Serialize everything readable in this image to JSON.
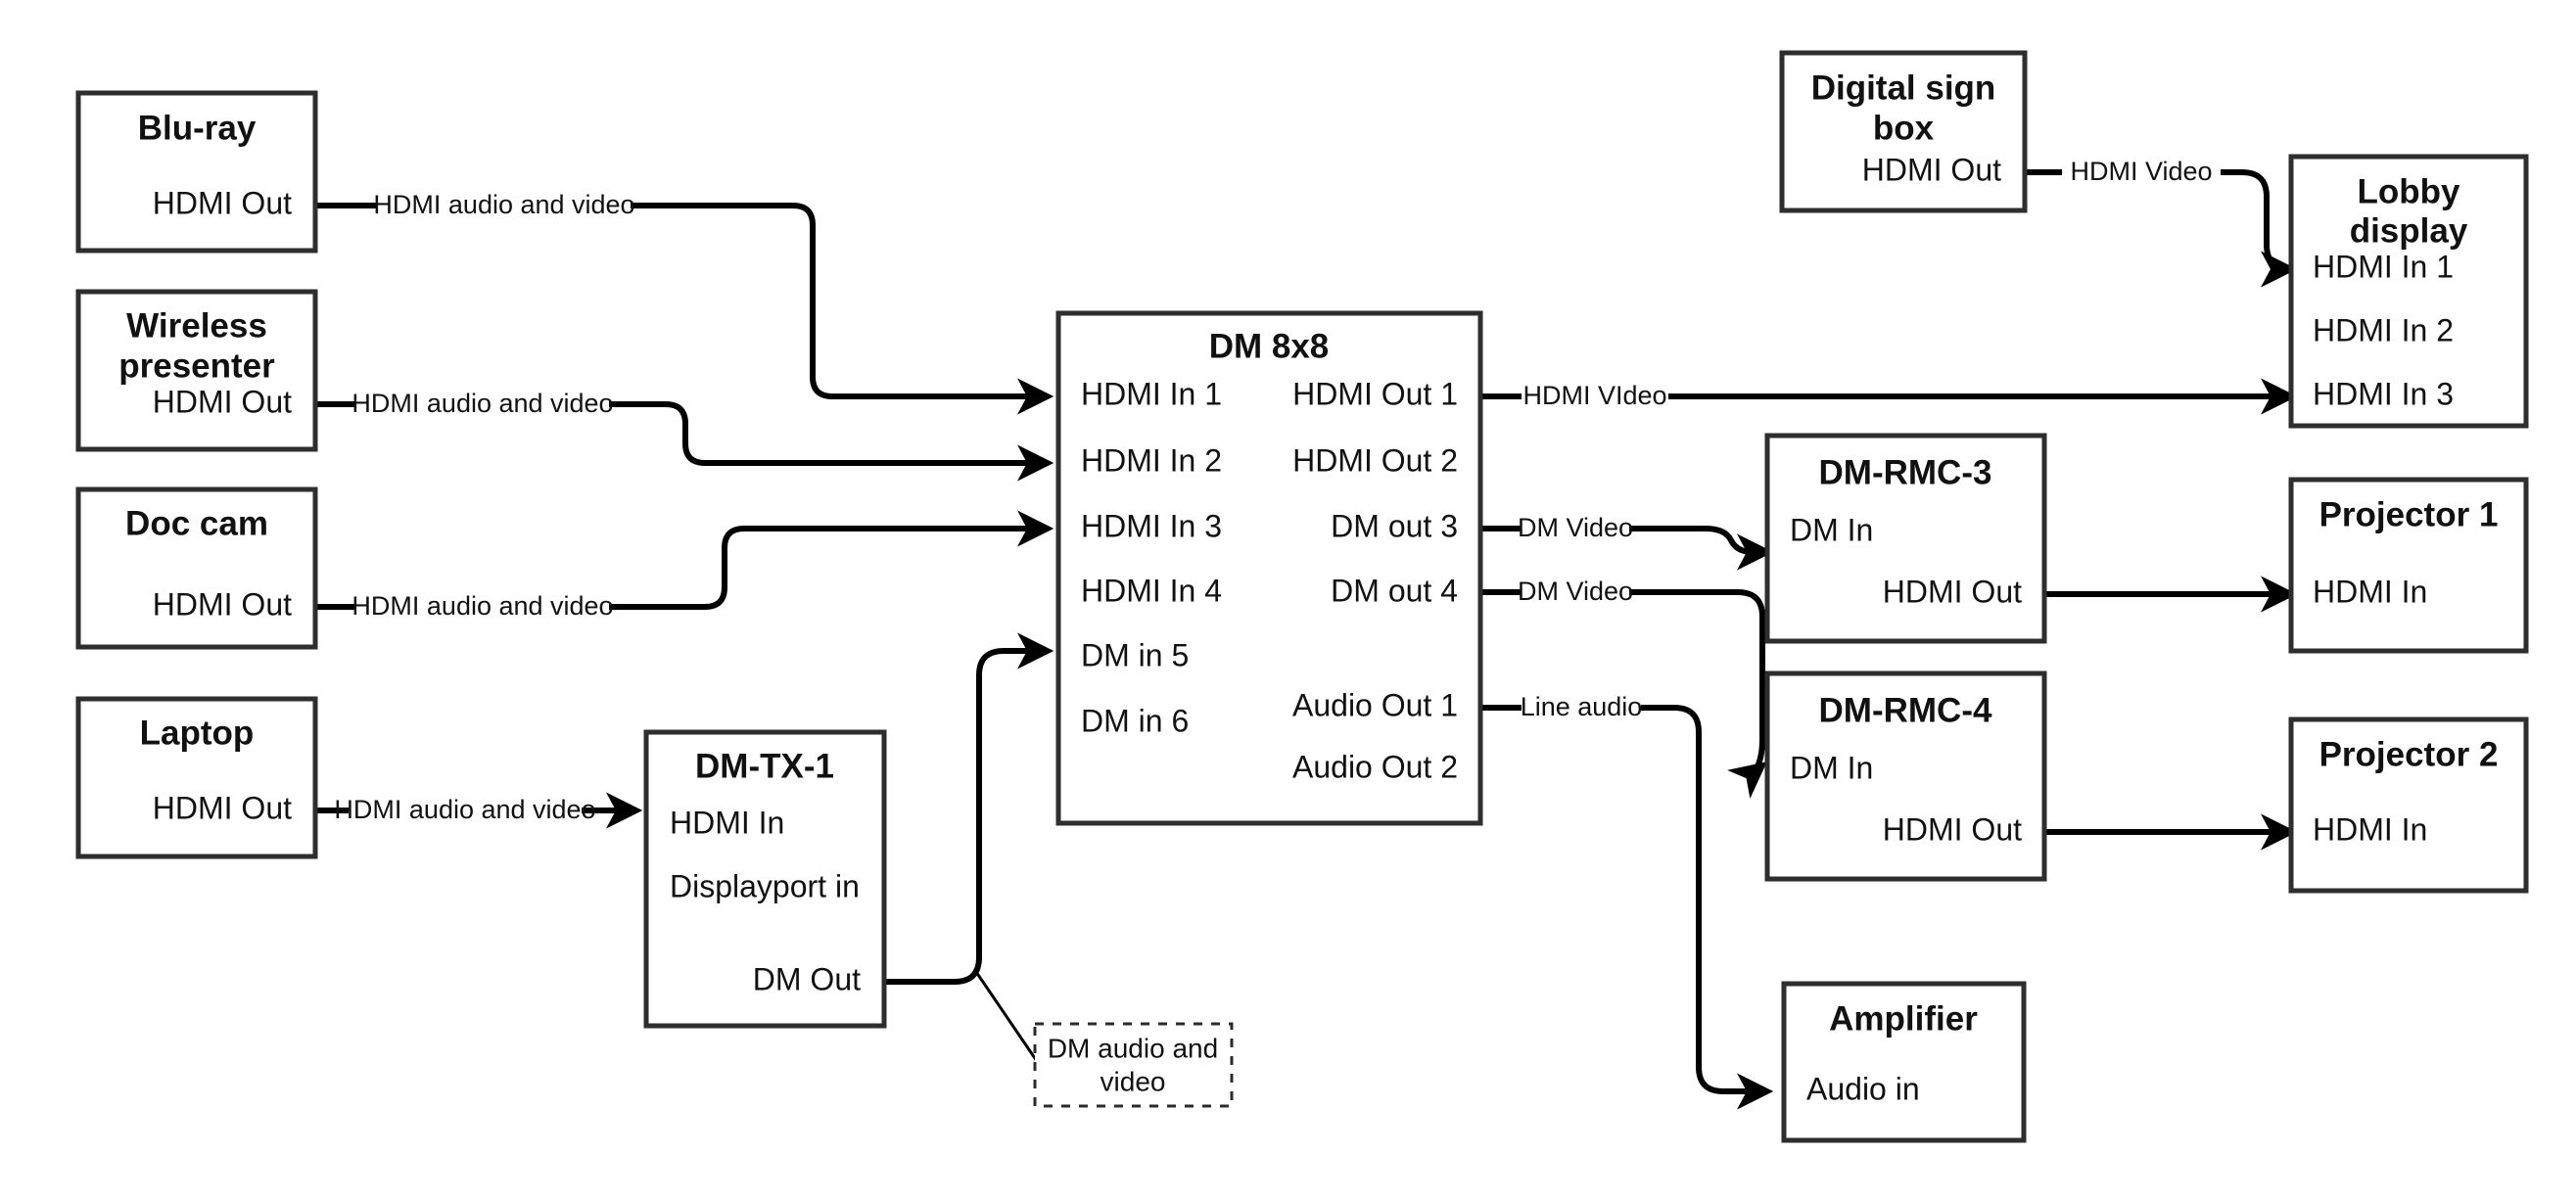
{
  "diagram": {
    "title": "AV signal flow diagram",
    "background_color": "#ffffff",
    "line_color": "#000000",
    "box_border_color": "#2e2e2e",
    "text_color": "#111111"
  },
  "nodes": {
    "bluray": {
      "title": "Blu-ray",
      "ports": {
        "hdmi_out": "HDMI Out"
      }
    },
    "wireless_presenter": {
      "title_line1": "Wireless",
      "title_line2": "presenter",
      "ports": {
        "hdmi_out": "HDMI Out"
      }
    },
    "doc_cam": {
      "title": "Doc cam",
      "ports": {
        "hdmi_out": "HDMI Out"
      }
    },
    "laptop": {
      "title": "Laptop",
      "ports": {
        "hdmi_out": "HDMI Out"
      }
    },
    "dm_tx_1": {
      "title": "DM-TX-1",
      "ports": {
        "hdmi_in": "HDMI In",
        "displayport_in": "Displayport in",
        "dm_out": "DM Out"
      }
    },
    "dm_8x8": {
      "title": "DM 8x8",
      "inputs": [
        "HDMI In 1",
        "HDMI In 2",
        "HDMI In 3",
        "HDMI In 4",
        "DM in 5",
        "DM in 6"
      ],
      "outputs": [
        "HDMI Out 1",
        "HDMI Out 2",
        "DM out 3",
        "DM out 4",
        "Audio Out 1",
        "Audio Out 2"
      ]
    },
    "digital_sign_box": {
      "title_line1": "Digital sign",
      "title_line2": "box",
      "ports": {
        "hdmi_out": "HDMI Out"
      }
    },
    "lobby_display": {
      "title_line1": "Lobby",
      "title_line2": "display",
      "ports": {
        "hdmi_in_1": "HDMI In 1",
        "hdmi_in_2": "HDMI In 2",
        "hdmi_in_3": "HDMI In 3"
      }
    },
    "dm_rmc_3": {
      "title": "DM-RMC-3",
      "ports": {
        "dm_in": "DM In",
        "hdmi_out": "HDMI Out"
      }
    },
    "dm_rmc_4": {
      "title": "DM-RMC-4",
      "ports": {
        "dm_in": "DM In",
        "hdmi_out": "HDMI Out"
      }
    },
    "projector_1": {
      "title": "Projector 1",
      "ports": {
        "hdmi_in": "HDMI In"
      }
    },
    "projector_2": {
      "title": "Projector 2",
      "ports": {
        "hdmi_in": "HDMI In"
      }
    },
    "amplifier": {
      "title": "Amplifier",
      "ports": {
        "audio_in": "Audio in"
      }
    }
  },
  "edge_labels": {
    "bluray_to_dm": "HDMI audio and video",
    "wireless_to_dm": "HDMI audio and video",
    "doccam_to_dm": "HDMI audio and video",
    "laptop_to_tx": "HDMI audio and video",
    "tx_to_dm_callout": "DM audio and video",
    "sign_to_lobby": "HDMI Video",
    "dm_out1_to_lobby": "HDMI VIdeo",
    "dm_out3_to_rmc3": "DM Video",
    "dm_out4_to_rmc4": "DM Video",
    "dm_audio1_to_amp": "Line audio"
  }
}
